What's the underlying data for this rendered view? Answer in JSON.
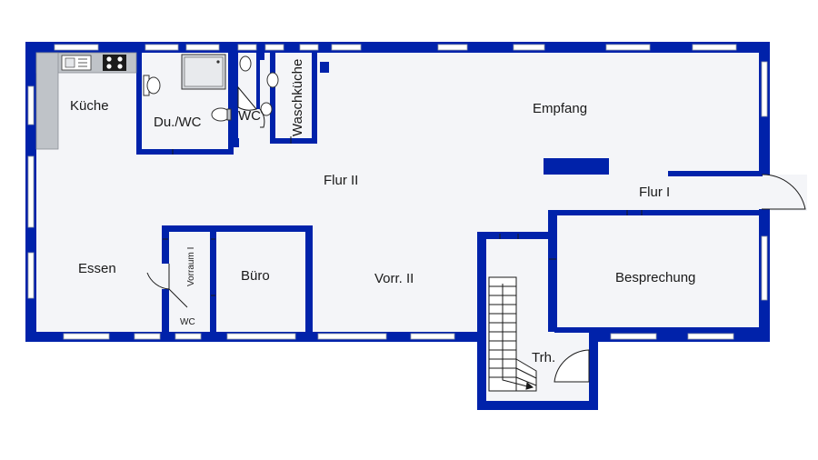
{
  "colors": {
    "wall": "#0022aa",
    "floor": "#f4f5f8",
    "window": "#ffffff",
    "fixture": "#bfc3c8",
    "background": "#ffffff"
  },
  "rooms": {
    "kueche": "Küche",
    "duwc": "Du./WC",
    "wc_top": "WC",
    "waschkueche": "Waschküche",
    "empfang": "Empfang",
    "flur2": "Flur II",
    "flur1": "Flur I",
    "essen": "Essen",
    "vorraum1": "Vorraum I",
    "wc_bottom": "WC",
    "buero": "Büro",
    "vorr2": "Vorr. II",
    "besprechung": "Besprechung",
    "treppenhaus": "Trh."
  },
  "icons": [
    "stove-icon",
    "sink-icon",
    "shower-tray-icon",
    "toilet-icon",
    "staircase-icon",
    "door-swing-icon"
  ]
}
